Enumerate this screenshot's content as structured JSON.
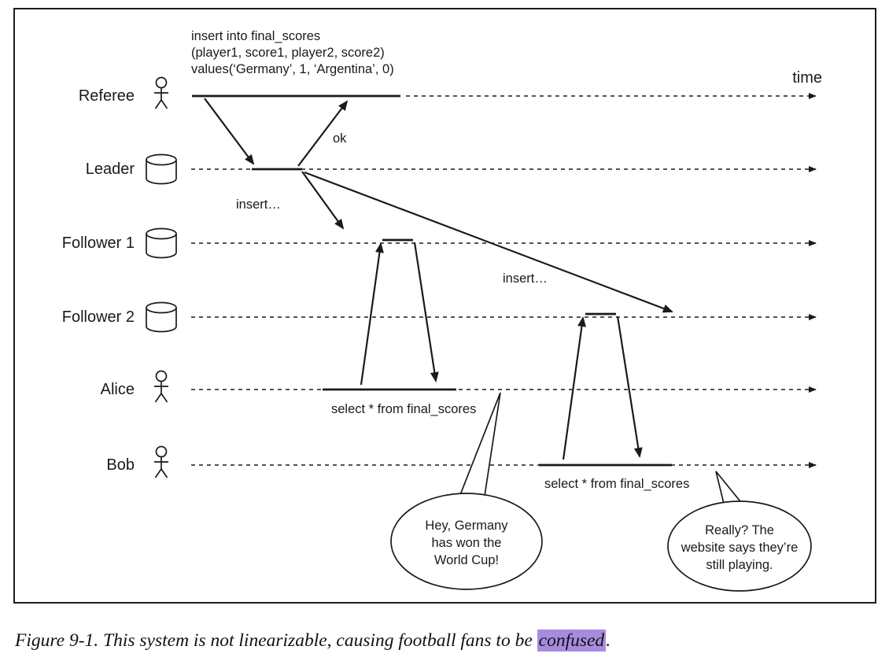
{
  "figure": {
    "caption": {
      "prefix": "Figure 9-1. This system is not linearizable, causing football fans to be ",
      "highlight": "confused",
      "suffix": "."
    },
    "highlight_color": "#a78bdf"
  },
  "diagram": {
    "time_label": "time",
    "query_lines": [
      "insert into final_scores",
      "(player1, score1, player2, score2)",
      "values(‘Germany’, 1, ‘Argentina’, 0)"
    ],
    "actors": [
      {
        "name": "Referee",
        "icon": "person-icon"
      },
      {
        "name": "Leader",
        "icon": "database-icon"
      },
      {
        "name": "Follower 1",
        "icon": "database-icon"
      },
      {
        "name": "Follower 2",
        "icon": "database-icon"
      },
      {
        "name": "Alice",
        "icon": "person-icon"
      },
      {
        "name": "Bob",
        "icon": "person-icon"
      }
    ],
    "messages": {
      "ok": "ok",
      "insert_follower1": "insert…",
      "insert_follower2": "insert…",
      "alice_query": "select * from final_scores",
      "bob_query": "select * from final_scores"
    },
    "speech": {
      "alice": [
        "Hey, Germany",
        "has won the",
        "World Cup!"
      ],
      "bob": [
        "Really? The",
        "website says they’re",
        "still playing."
      ]
    }
  }
}
